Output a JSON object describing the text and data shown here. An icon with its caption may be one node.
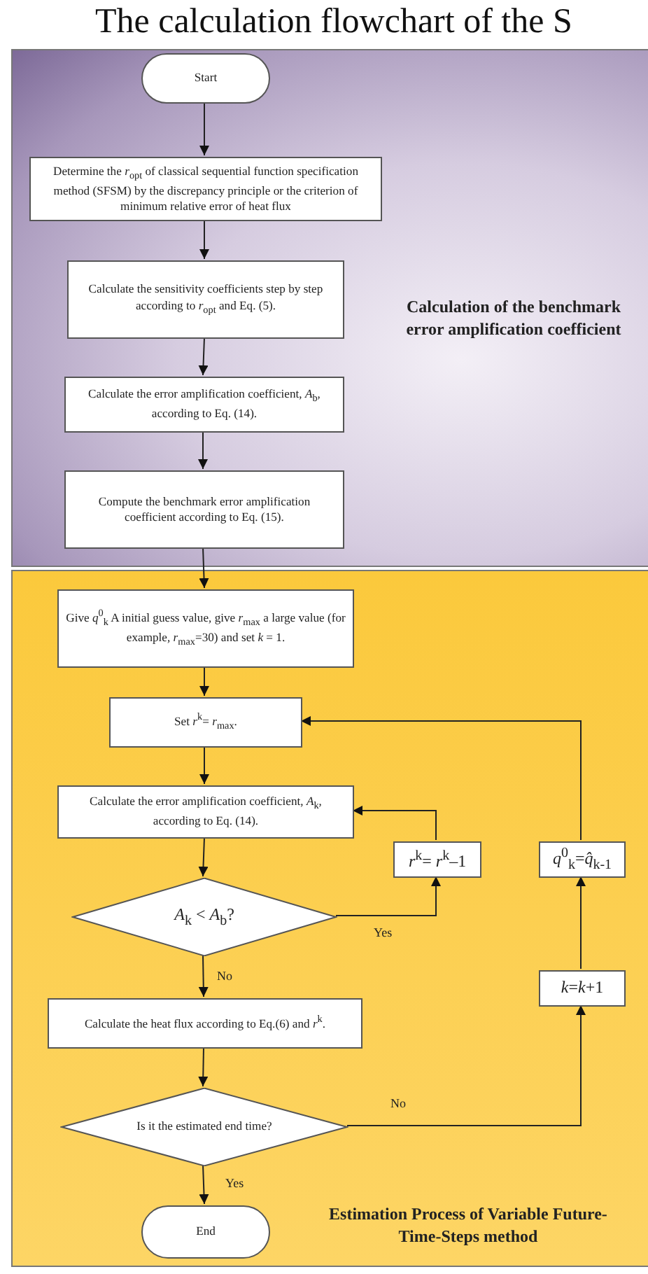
{
  "diagram": {
    "title": "The calculation flowchart of the S",
    "nodes": [
      {
        "text": [
          "Calculation of the benchmark error amplification coefficient"
        ]
      },
      {
        "text": [
          "Start"
        ],
        "in": 0
      },
      {
        "text": [
          "Determine the *r*$_{opt}$ of classical sequential function specification method (SFSM) by the discrepancy principle or the criterion of minimum relative error of heat flux"
        ],
        "in": 0
      },
      {
        "text": [
          "Calculate the sensitivity coefficients step by step according to *r*$_{opt}$ and Eq. (5)."
        ],
        "in": 0
      },
      {
        "text": [
          "Calculate the error amplification coefficient, *A*$_{b}$, according to Eq. (14)."
        ],
        "in": 0
      },
      {
        "text": [
          "Compute the benchmark error amplification coefficient according to Eq. (15)."
        ],
        "in": 0
      },
      {
        "text": [
          "Estimation Process of Variable Future-Time-Steps method"
        ]
      },
      {
        "text": [
          "Give *q*$^{0}$$_{k}$ A initial guess value, give *r*$_{max}$ a large value (for example, *r*$_{max}$=30) and set *k* = 1."
        ],
        "in": 6
      },
      {
        "text": [
          "Set *r*$^{k}$= *r*$_{max}$."
        ],
        "in": 6
      },
      {
        "text": [
          "Calculate the error amplification coefficient, *A*$_{k}$, according to Eq. (14)."
        ],
        "in": 6
      },
      {
        "text": [
          "*r*$^{k}$= *r*$^{k}$–1"
        ],
        "in": 6
      },
      {
        "text": [
          "*q*$^{0}$$_{k}$=*q̂*$_{k-1}$"
        ],
        "in": 6
      },
      {
        "text": [
          "*A*$_{k}$ < *A*$_{b}$?"
        ],
        "in": 6
      },
      {
        "text": [
          "*k*=*k*+1"
        ],
        "in": 6
      },
      {
        "text": [
          "Calculate the heat flux according to Eq.(6) and *r*$^{k}$."
        ],
        "in": 6
      },
      {
        "text": [
          "Is it the estimated end time?"
        ],
        "in": 6
      },
      {
        "text": [
          "End"
        ],
        "in": 6
      }
    ],
    "edges": [
      {
        "from": 1,
        "to": 2,
        "arrow": "to"
      },
      {
        "from": 2,
        "to": 3,
        "arrow": "to"
      },
      {
        "from": 3,
        "to": 4,
        "arrow": "to"
      },
      {
        "from": 4,
        "to": 5,
        "arrow": "to"
      },
      {
        "from": 5,
        "to": 7,
        "arrow": "to"
      },
      {
        "from": 7,
        "to": 8,
        "arrow": "to"
      },
      {
        "from": 8,
        "to": 9,
        "arrow": "to"
      },
      {
        "from": 9,
        "to": 12,
        "arrow": "to"
      },
      {
        "from": 12,
        "to": 10,
        "label": "Yes",
        "arrow": "to"
      },
      {
        "from": 10,
        "to": 9,
        "arrow": "to"
      },
      {
        "from": 12,
        "to": 14,
        "label": "No",
        "arrow": "to"
      },
      {
        "from": 14,
        "to": 15,
        "arrow": "to"
      },
      {
        "from": 15,
        "to": 13,
        "label": "No",
        "arrow": "to"
      },
      {
        "from": 13,
        "to": 11,
        "arrow": "to"
      },
      {
        "from": 11,
        "to": 8,
        "arrow": "to"
      },
      {
        "from": 15,
        "to": 16,
        "label": "Yes",
        "arrow": "to"
      }
    ]
  }
}
